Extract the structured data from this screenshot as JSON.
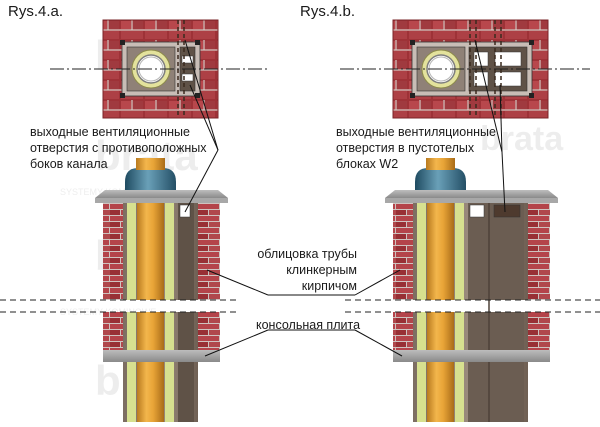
{
  "figures": [
    {
      "title": "Rys.4.a."
    },
    {
      "title": "Rys.4.b."
    }
  ],
  "annotations": {
    "left_outlets": [
      "выходные вентиляционные",
      "отверстия с противоположных",
      "боков канала"
    ],
    "right_outlets": [
      "выходные вентиляционные",
      "отверстия в пустотелых",
      "блоках W2"
    ],
    "cladding": [
      "облицовка трубы",
      "клинкерным",
      "кирпичом"
    ],
    "console": "консольная плита"
  },
  "watermark": {
    "brand": "brata",
    "tagline": "SYSTEMY KOMINOWE"
  },
  "colors": {
    "brick": "#a4363b",
    "brick_dark": "#7a2428",
    "mortar": "#c9bcb6",
    "block": "#8b7c6f",
    "block_dark": "#6b5d52",
    "insulation": "#d7e08f",
    "flue": "#e6a23a",
    "flue_dark": "#b97a1f",
    "cap": "#3f6f86",
    "slab": "#9a9a9a"
  }
}
